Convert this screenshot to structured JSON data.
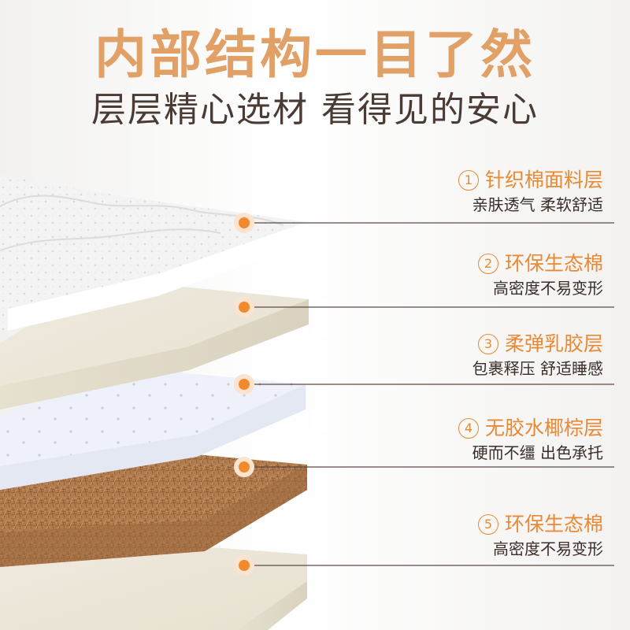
{
  "header": {
    "title": "内部结构一目了然",
    "subtitle": "层层精心选材 看得见的安心"
  },
  "layers": [
    {
      "number": "1",
      "name": "针织棉面料层",
      "desc": "亲肤透气 柔软舒适"
    },
    {
      "number": "2",
      "name": "环保生态棉",
      "desc": "高密度不易变形"
    },
    {
      "number": "3",
      "name": "柔弹乳胶层",
      "desc": "包裹释压 舒适睡感"
    },
    {
      "number": "4",
      "name": "无胶水椰棕层",
      "desc": "硬而不缰 出色承托"
    },
    {
      "number": "5",
      "name": "环保生态棉",
      "desc": "高密度不易变形"
    }
  ],
  "colors": {
    "title": "#e0a066",
    "subtitle": "#4a3b35",
    "accent": "#e88a35",
    "dot": "#f08a2c",
    "knit_layer": "#f4f4f4",
    "foam_layer": "#ece7da",
    "latex_layer": "#e9edf7",
    "coir_layer": "#b17b4e"
  }
}
